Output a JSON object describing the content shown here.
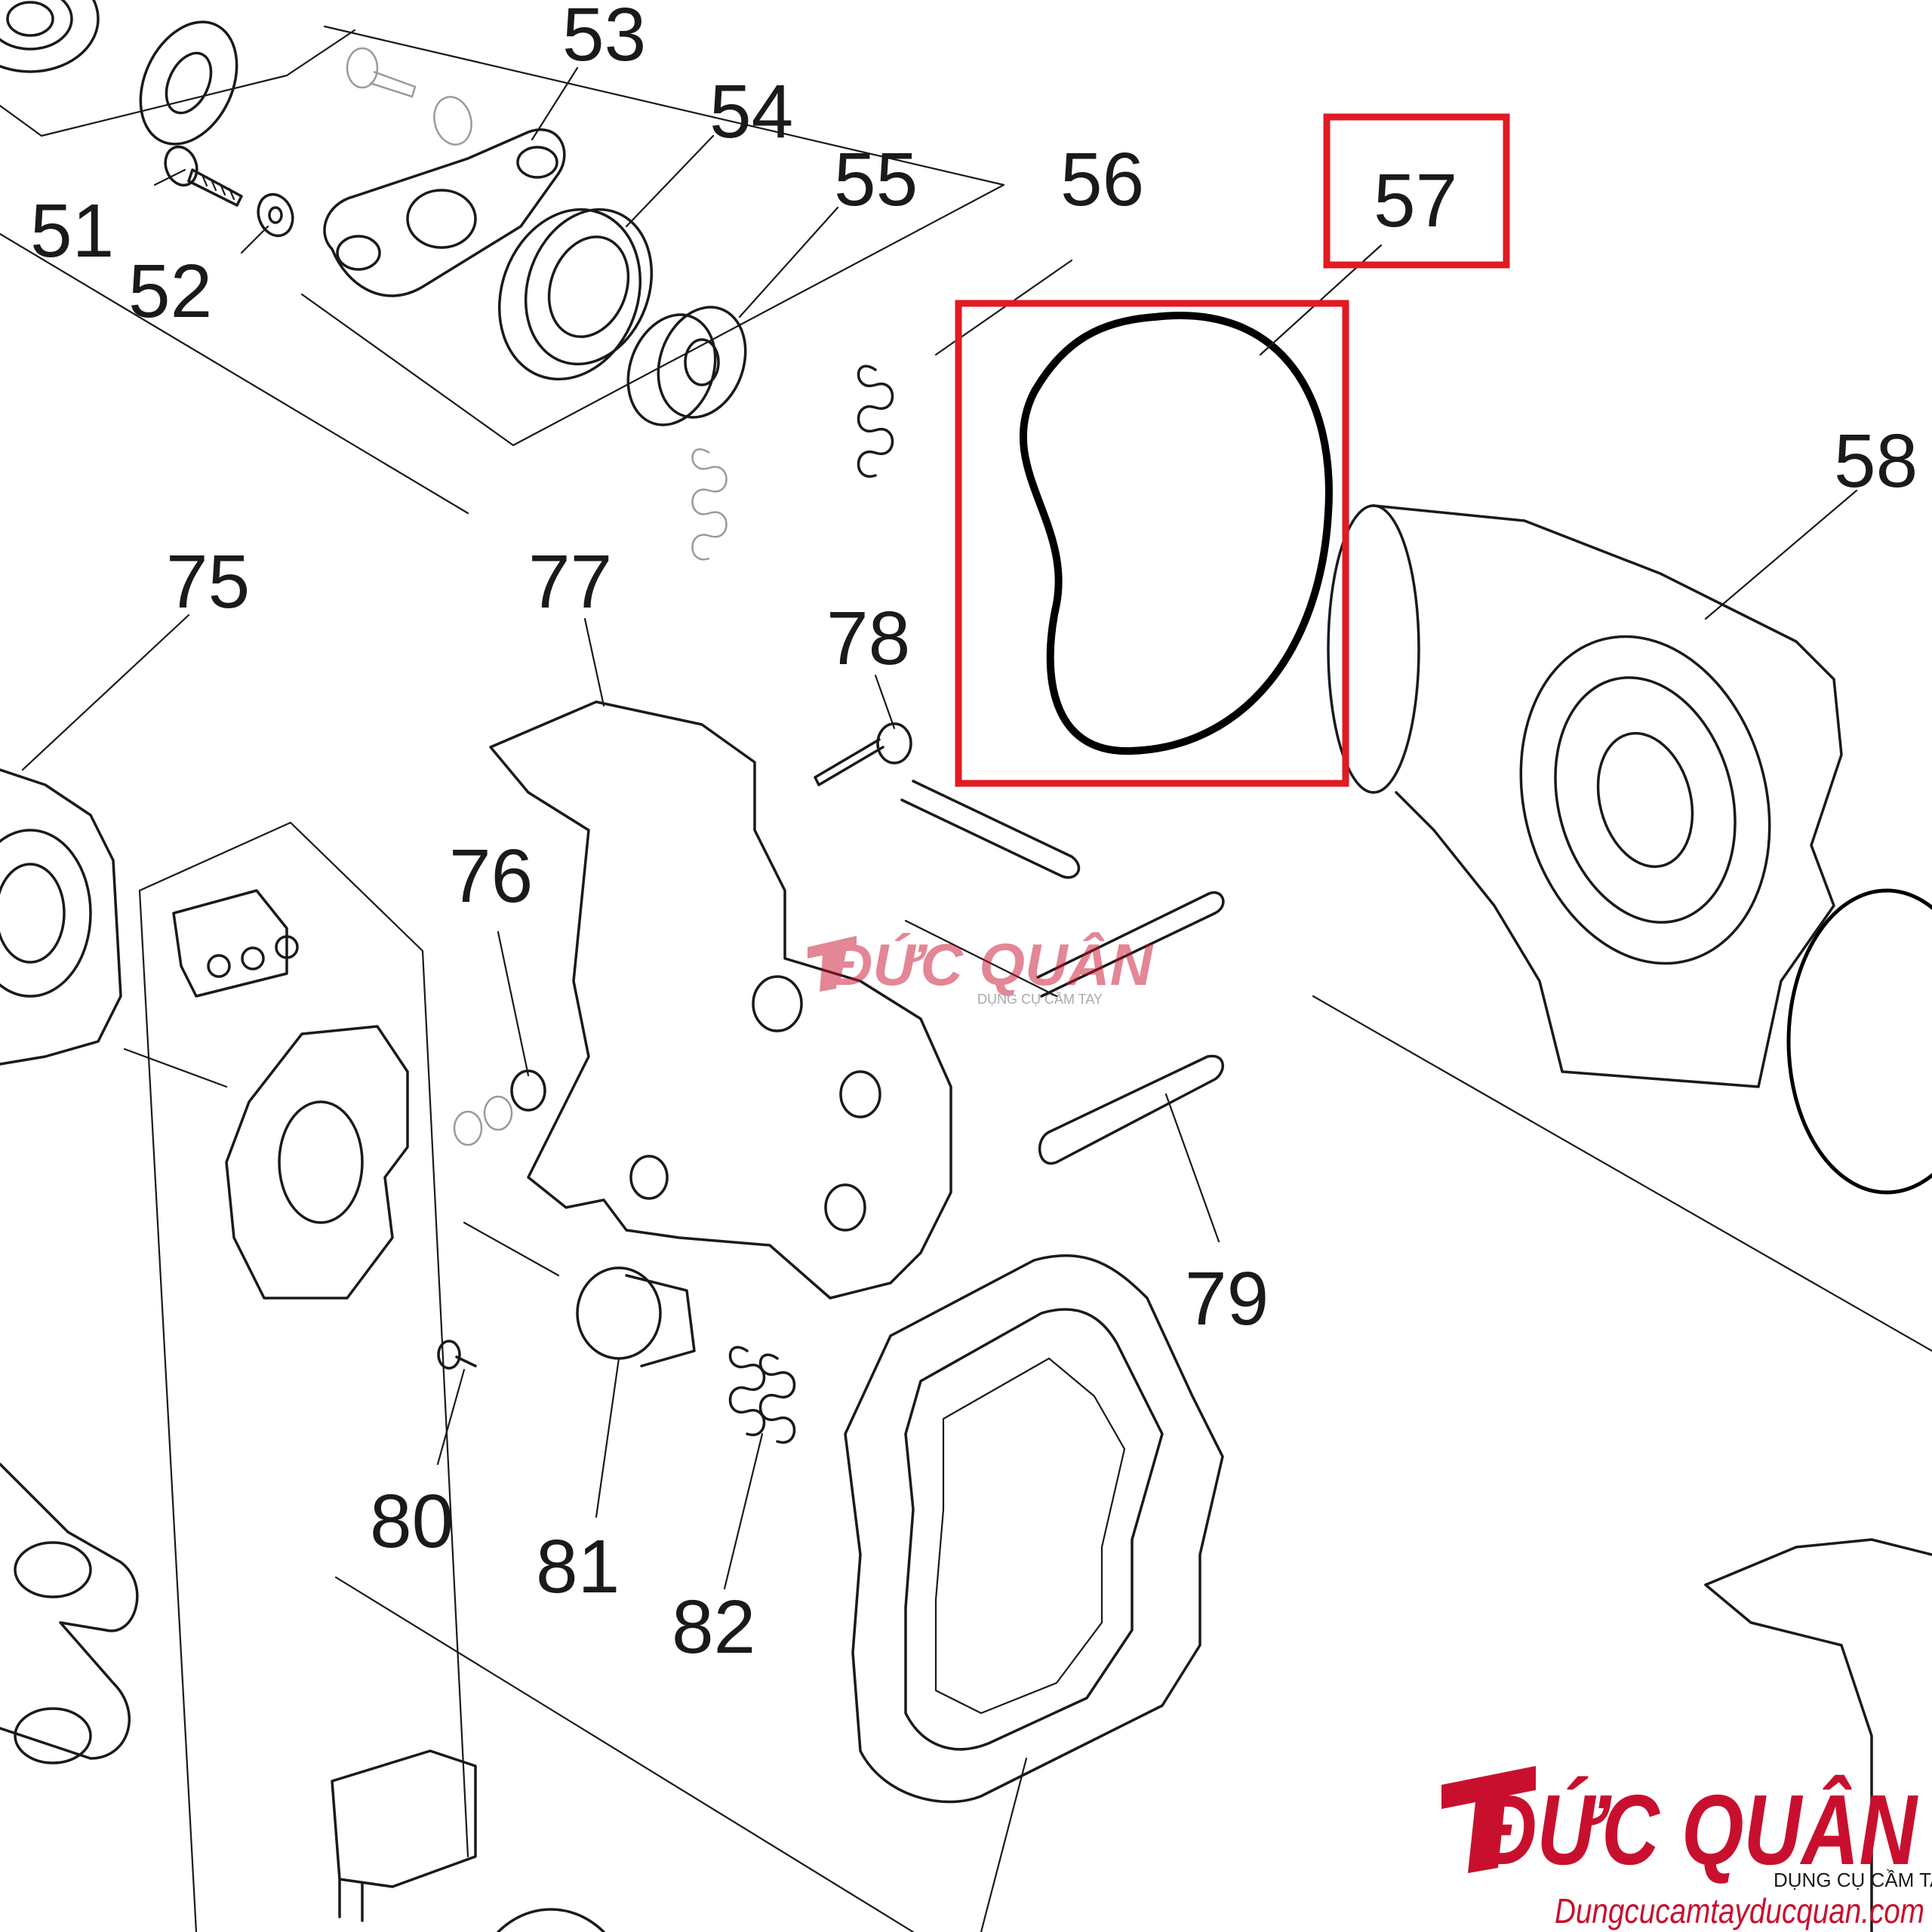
{
  "diagram": {
    "part_labels": [
      "51",
      "52",
      "53",
      "54",
      "55",
      "56",
      "57",
      "58",
      "75",
      "76",
      "77",
      "78",
      "79",
      "80",
      "81",
      "82"
    ],
    "highlighted_part": "57",
    "highlight_color": "#e11b22"
  },
  "watermark": {
    "center_brand": "ĐỨC QUÂN",
    "center_tagline": "DỤNG CỤ CẦM TAY",
    "brand": "ĐỨC QUÂN",
    "tagline": "DỤNG CỤ CẦM TAY",
    "website": "Dungcucamtayducquan.com",
    "brand_color": "#c8102e"
  }
}
